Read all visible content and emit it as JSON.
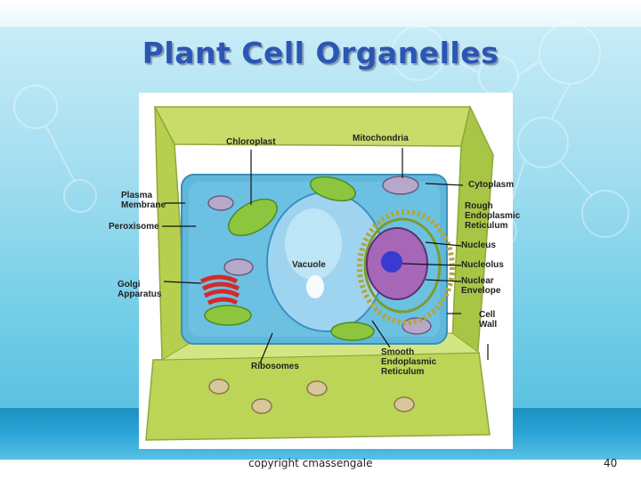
{
  "slide": {
    "title": "Plant Cell Organelles",
    "footer_left": "copyright cmassengale",
    "page_number": "40"
  },
  "labels": {
    "chloroplast": "Chloroplast",
    "mitochondria": "Mitochondria",
    "cytoplasm": "Cytoplasm",
    "plasma_membrane": "Plasma\nMembrane",
    "rough_er": "Rough\nEndoplasmic\nReticulum",
    "peroxisome": "Peroxisome",
    "vacuole": "Vacuole",
    "nucleus": "Nucleus",
    "nucleolus": "Nucleolus",
    "golgi": "Golgi\nApparatus",
    "nuclear_envelope": "Nuclear\nEnvelope",
    "cell_wall": "Cell\nWall",
    "ribosomes": "Ribosomes",
    "smooth_er": "Smooth\nEndoplasmic\nReticulum"
  },
  "colors": {
    "title": "#2b56b3",
    "cell_wall": "#b9d34a",
    "cytoplasm": "#5fb8dc",
    "vacuole": "#9fd4f0",
    "chloroplast": "#8cc63f",
    "nucleus": "#a667b8",
    "golgi": "#d42a2a"
  }
}
